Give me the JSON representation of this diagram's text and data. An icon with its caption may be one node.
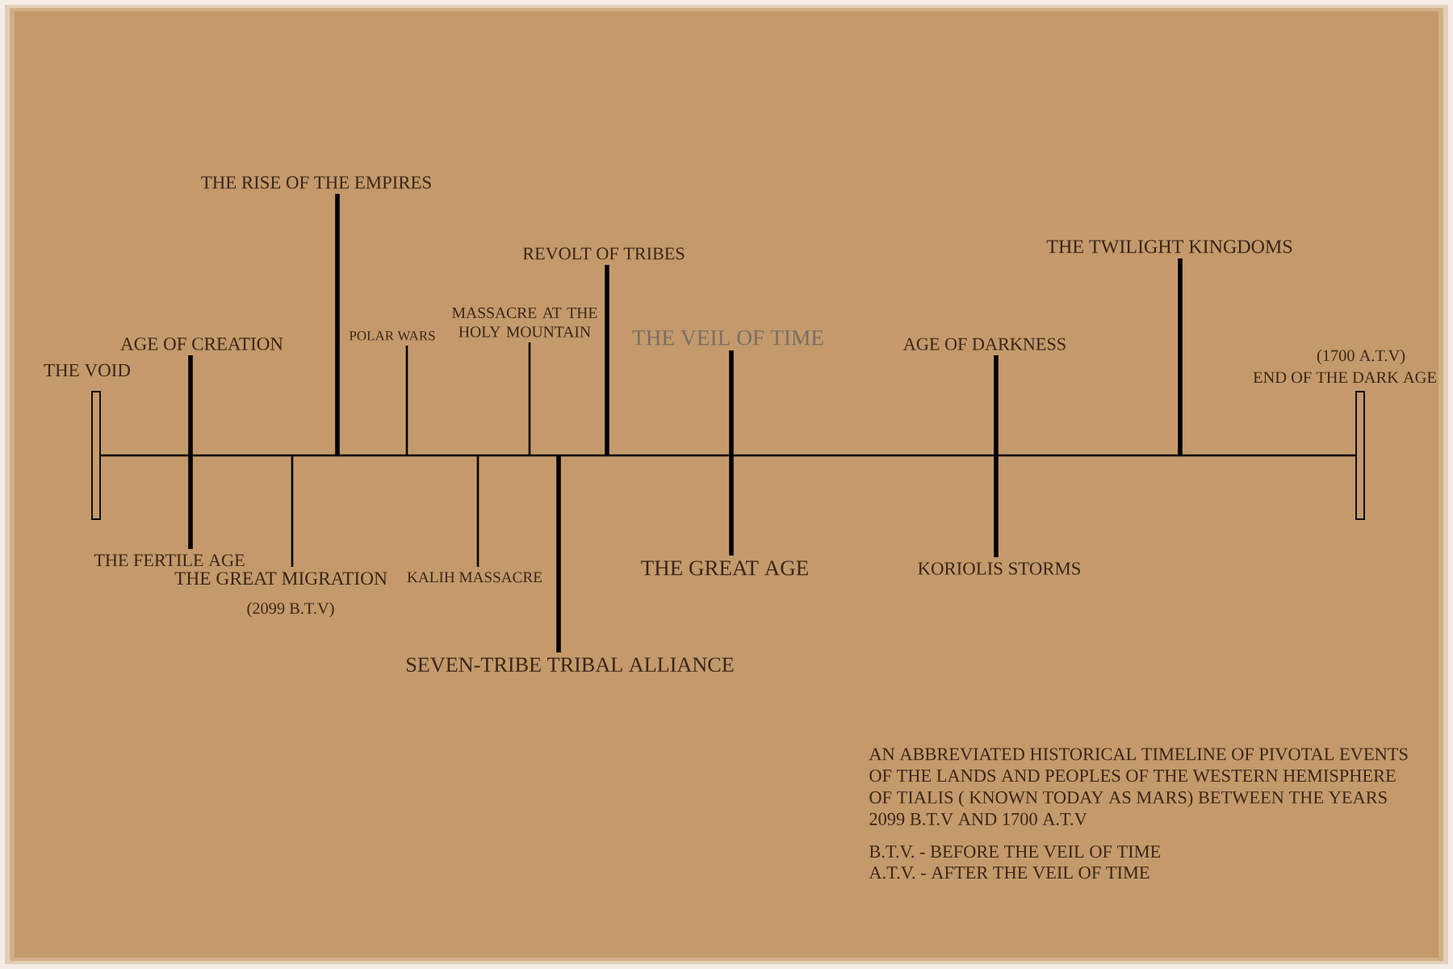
{
  "diagram": {
    "nodes": [
      {
        "text": [],
        "shape": "bar",
        "beside": [
          "THE VOID"
        ]
      },
      {
        "text": [
          "AGE OF CREATION"
        ]
      },
      {
        "text": [
          "THE FERTILE AGE"
        ]
      },
      {
        "text": [
          "THE RISE OF THE EMPIRES"
        ]
      },
      {
        "text": [
          "THE GREAT MIGRATION"
        ],
        "beside": [
          "(2099 B.T.V)"
        ]
      },
      {
        "text": [
          "POLAR WARS"
        ]
      },
      {
        "text": [
          "MASSACRE AT THE HOLY MOUNTAIN"
        ]
      },
      {
        "text": [
          "KALIH MASSACRE"
        ]
      },
      {
        "text": [
          "REVOLT OF TRIBES"
        ]
      },
      {
        "text": [
          "SEVEN-TRIBE TRIBAL ALLIANCE"
        ]
      },
      {
        "text": [
          "THE VEIL OF TIME"
        ]
      },
      {
        "text": [
          "THE GREAT AGE"
        ]
      },
      {
        "text": [
          "AGE OF DARKNESS"
        ]
      },
      {
        "text": [
          "KORIOLIS STORMS"
        ]
      },
      {
        "text": [
          "THE TWILIGHT KINGDOMS"
        ]
      },
      {
        "text": [],
        "shape": "bar",
        "beside": [
          "(1700 A.T.V)",
          "END OF THE DARK AGE"
        ]
      }
    ],
    "edges": [
      {
        "from": 0,
        "to": 15,
        "arrow": "none"
      },
      {
        "from": 1,
        "to": 2,
        "arrow": "none"
      },
      {
        "from": 3,
        "to": null,
        "arrow": "none"
      },
      {
        "from": 4,
        "to": null,
        "arrow": "none"
      },
      {
        "from": 5,
        "to": null,
        "arrow": "none"
      },
      {
        "from": 6,
        "to": null,
        "arrow": "none"
      },
      {
        "from": 7,
        "to": null,
        "arrow": "none"
      },
      {
        "from": 8,
        "to": null,
        "arrow": "none"
      },
      {
        "from": 9,
        "to": null,
        "arrow": "none"
      },
      {
        "from": 10,
        "to": 11,
        "arrow": "none"
      },
      {
        "from": 12,
        "to": 13,
        "arrow": "none"
      },
      {
        "from": 14,
        "to": null,
        "arrow": "none"
      }
    ],
    "labels": [
      "AN ABBREVIATED HISTORICAL TIMELINE OF PIVOTAL EVENTS OF THE LANDS AND PEOPLES OF THE WESTERN HEMISPHERE OF TIALIS ( KNOWN TODAY AS MARS) BETWEEN THE YEARS 2099 B.T.V AND 1700 A.T.V",
      "B.T.V. - BEFORE THE VEIL OF TIME",
      "A.T.V. - AFTER THE VEIL OF TIME"
    ]
  }
}
